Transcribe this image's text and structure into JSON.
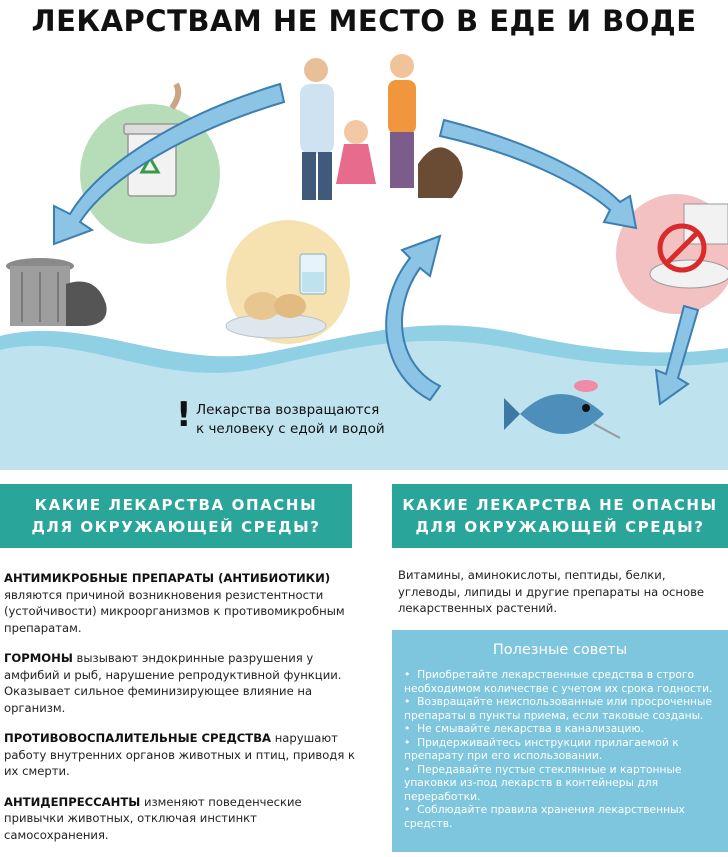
{
  "title": "ЛЕКАРСТВАМ НЕ МЕСТО В ЕДЕ И ВОДЕ",
  "return_note": {
    "mark": "!",
    "line1": "Лекарства возвращаются",
    "line2": "к человеку с едой и водой"
  },
  "colors": {
    "teal": "#2aa59a",
    "light_blue": "#7ec6de",
    "water": "#bfe2ef",
    "arrow": "#8cc4e6"
  },
  "icons": [
    "recycle-icon",
    "trash-can-icon",
    "no-toilet-icon",
    "sick-fish-icon",
    "food-plate-icon",
    "family-icon"
  ],
  "dangerous": {
    "heading_line1": "КАКИЕ ЛЕКАРСТВА ОПАСНЫ",
    "heading_line2": "ДЛЯ ОКРУЖАЮЩЕЙ СРЕДЫ?",
    "items": [
      {
        "bold": "АНТИМИКРОБНЫЕ ПРЕПАРАТЫ (АНТИБИОТИКИ)",
        "text": " являются причиной возникновения резистентности (устойчивости) микроорганизмов к противомикробным препаратам."
      },
      {
        "bold": "ГОРМОНЫ",
        "text": " вызывают эндокринные разрушения у амфибий и рыб, нарушение репродуктивной функции. Оказывает сильное феминизирующее влияние на организм."
      },
      {
        "bold": "ПРОТИВОВОСПАЛИТЕЛЬНЫЕ СРЕДСТВА",
        "text": " нарушают работу внутренних органов животных и птиц, приводя к их смерти."
      },
      {
        "bold": "АНТИДЕПРЕССАНТЫ",
        "text": " изменяют поведенческие привычки животных, отключая инстинкт самосохранения."
      }
    ]
  },
  "safe": {
    "heading_line1": "КАКИЕ ЛЕКАРСТВА НЕ ОПАСНЫ",
    "heading_line2": "ДЛЯ ОКРУЖАЮЩЕЙ СРЕДЫ?",
    "text": "Витамины, аминокислоты, пептиды, белки, углеводы, липиды и другие препараты на основе лекарственных растений."
  },
  "tips": {
    "title": "Полезные советы",
    "items": [
      "Приобретайте лекарственные средства в строго необходимом количестве с учетом их срока годности.",
      "Возвращайте неиспользованные или просроченные препараты в пункты приема, если таковые созданы.",
      "Не смывайте лекарства в канализацию.",
      "Придерживайтесь инструкции прилагаемой к препарату при его использовании.",
      "Передавайте пустые стеклянные и картонные упаковки из-под лекарств в контейнеры для переработки.",
      "Соблюдайте правила хранения лекарственных средств."
    ]
  }
}
